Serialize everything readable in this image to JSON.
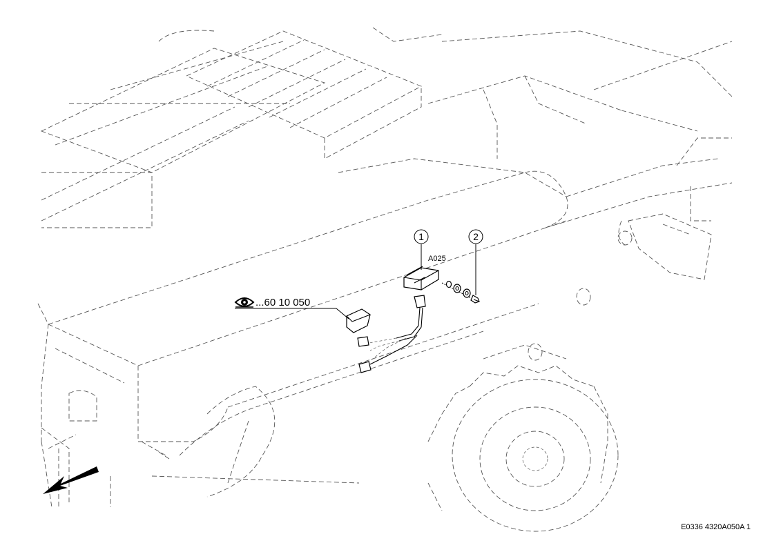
{
  "callouts": [
    {
      "number": "1",
      "label": "A025"
    },
    {
      "number": "2",
      "label": ""
    }
  ],
  "reference": {
    "icon": "eye-icon",
    "text": "...60 10 050"
  },
  "figure_code": "E0336 4320A050A 1",
  "direction_arrow": "arrow-left-down-icon"
}
